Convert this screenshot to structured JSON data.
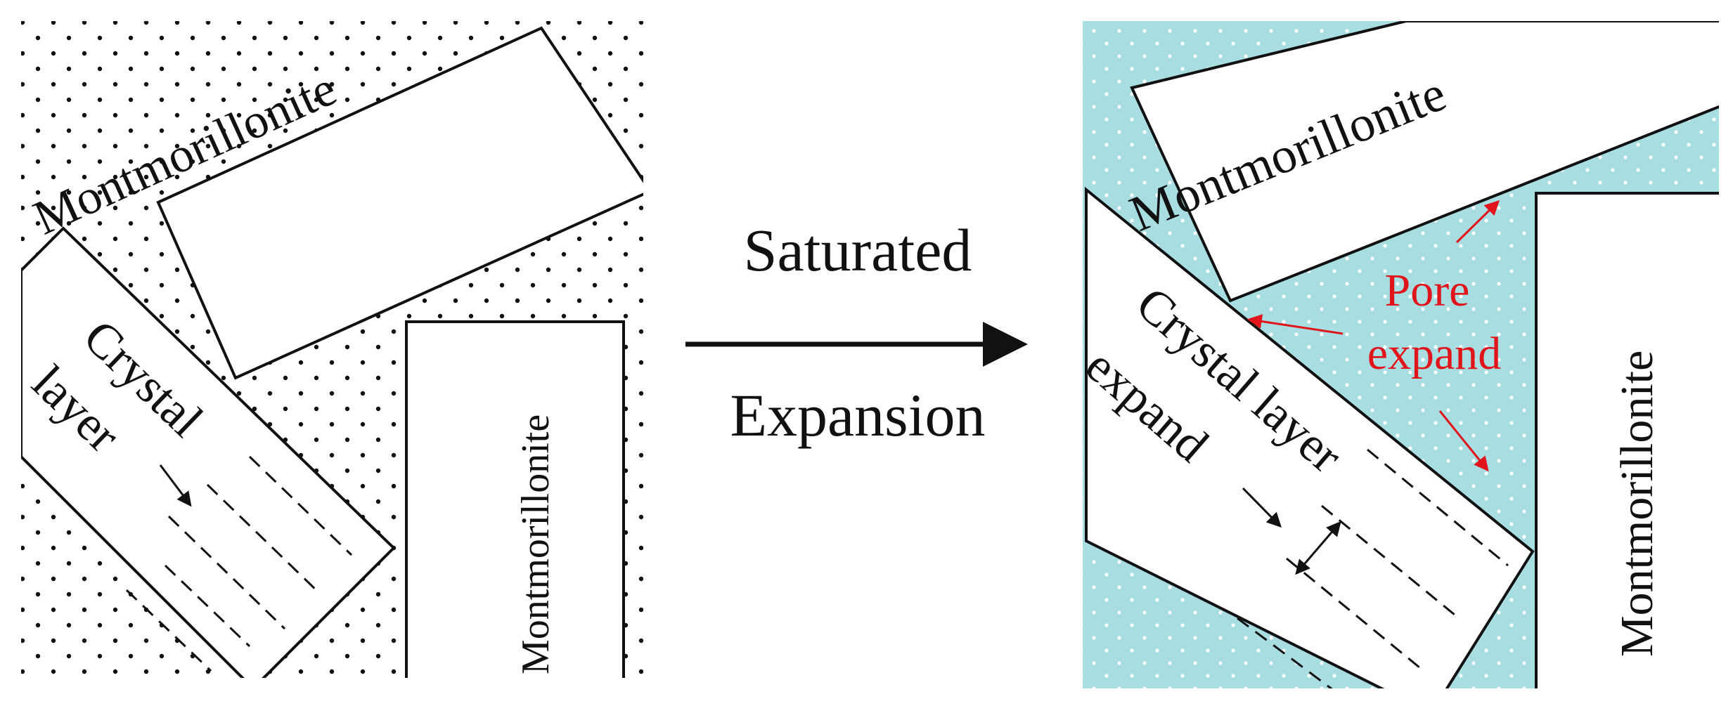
{
  "colors": {
    "pore_fluid": "#a8dde2",
    "pore_dot_dry": "#111111",
    "pore_dot_wet": "#ffffff",
    "outline": "#111111",
    "annotation_red": "#e0151b"
  },
  "left_panel": {
    "montmorillonite_top": "Montmorillonite",
    "montmorillonite_right": "Montmorillonite",
    "crystal_label_line1": "Crystal",
    "crystal_label_line2": "layer"
  },
  "process": {
    "label_top": "Saturated",
    "label_bottom": "Expansion"
  },
  "right_panel": {
    "montmorillonite_top": "Montmorillonite",
    "montmorillonite_right": "Montmorillonite",
    "crystal_layer": "Crystal layer",
    "expand": "expand",
    "pore_line1": "Pore",
    "pore_line2": "expand"
  }
}
